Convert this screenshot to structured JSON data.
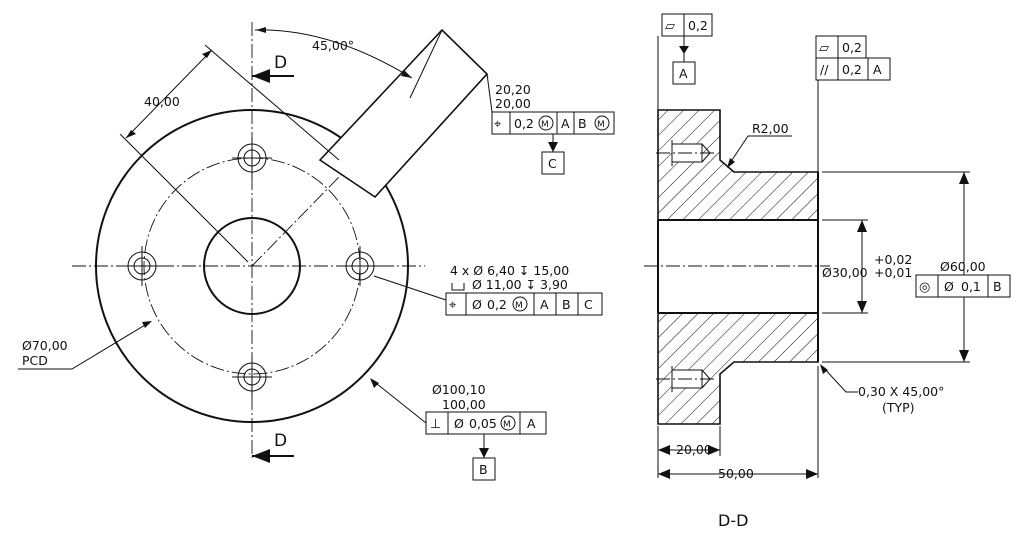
{
  "front_view": {
    "angle_dim": "45,00°",
    "offset_dim": "40,00",
    "pcd_dim": "Ø70,00",
    "pcd_label": "PCD",
    "section_letter": "D",
    "width_upper": "20,20",
    "width_lower": "20,00",
    "position_fcf": {
      "symbol": "⌖",
      "tol": "0,2",
      "mod": "M",
      "datum_a": "A",
      "datum_b": "B",
      "datum_b_mod": "M"
    },
    "datum_c": "C",
    "hole_callout": {
      "line1": "4 x Ø 6,40 ↧ 15,00",
      "line2": "Ø 11,00 ↧ 3,90",
      "fcf": {
        "symbol": "⌖",
        "dia": "Ø",
        "tol": "0,2",
        "mod": "M",
        "datum_a": "A",
        "datum_b": "B",
        "datum_c": "C"
      }
    },
    "outer_dim_upper": "Ø100,10",
    "outer_dim_lower": "100,00",
    "perp_fcf": {
      "symbol": "⊥",
      "dia": "Ø",
      "tol": "0,05",
      "mod": "M",
      "datum": "A"
    },
    "datum_b": "B"
  },
  "section_view": {
    "flat_fcf_top": {
      "symbol": "▱",
      "tol": "0,2"
    },
    "datum_a": "A",
    "flat_fcf_right": {
      "symbol": "▱",
      "tol": "0,2"
    },
    "parallel_fcf": {
      "symbol": "//",
      "tol": "0,2",
      "datum": "A"
    },
    "radius_dim": "R2,00",
    "bore_dim": "Ø30,00",
    "bore_tol_upper": "+0,02",
    "bore_tol_lower": "+0,01",
    "shaft_dim": "Ø60,00",
    "circ_fcf": {
      "symbol": "◎",
      "dia": "Ø",
      "tol": "0,1",
      "datum": "B"
    },
    "chamfer_dim": "0,30 X 45,00°",
    "chamfer_note": "(TYP)",
    "flange_thk_dim": "20,00",
    "overall_len_dim": "50,00",
    "title": "D-D"
  }
}
